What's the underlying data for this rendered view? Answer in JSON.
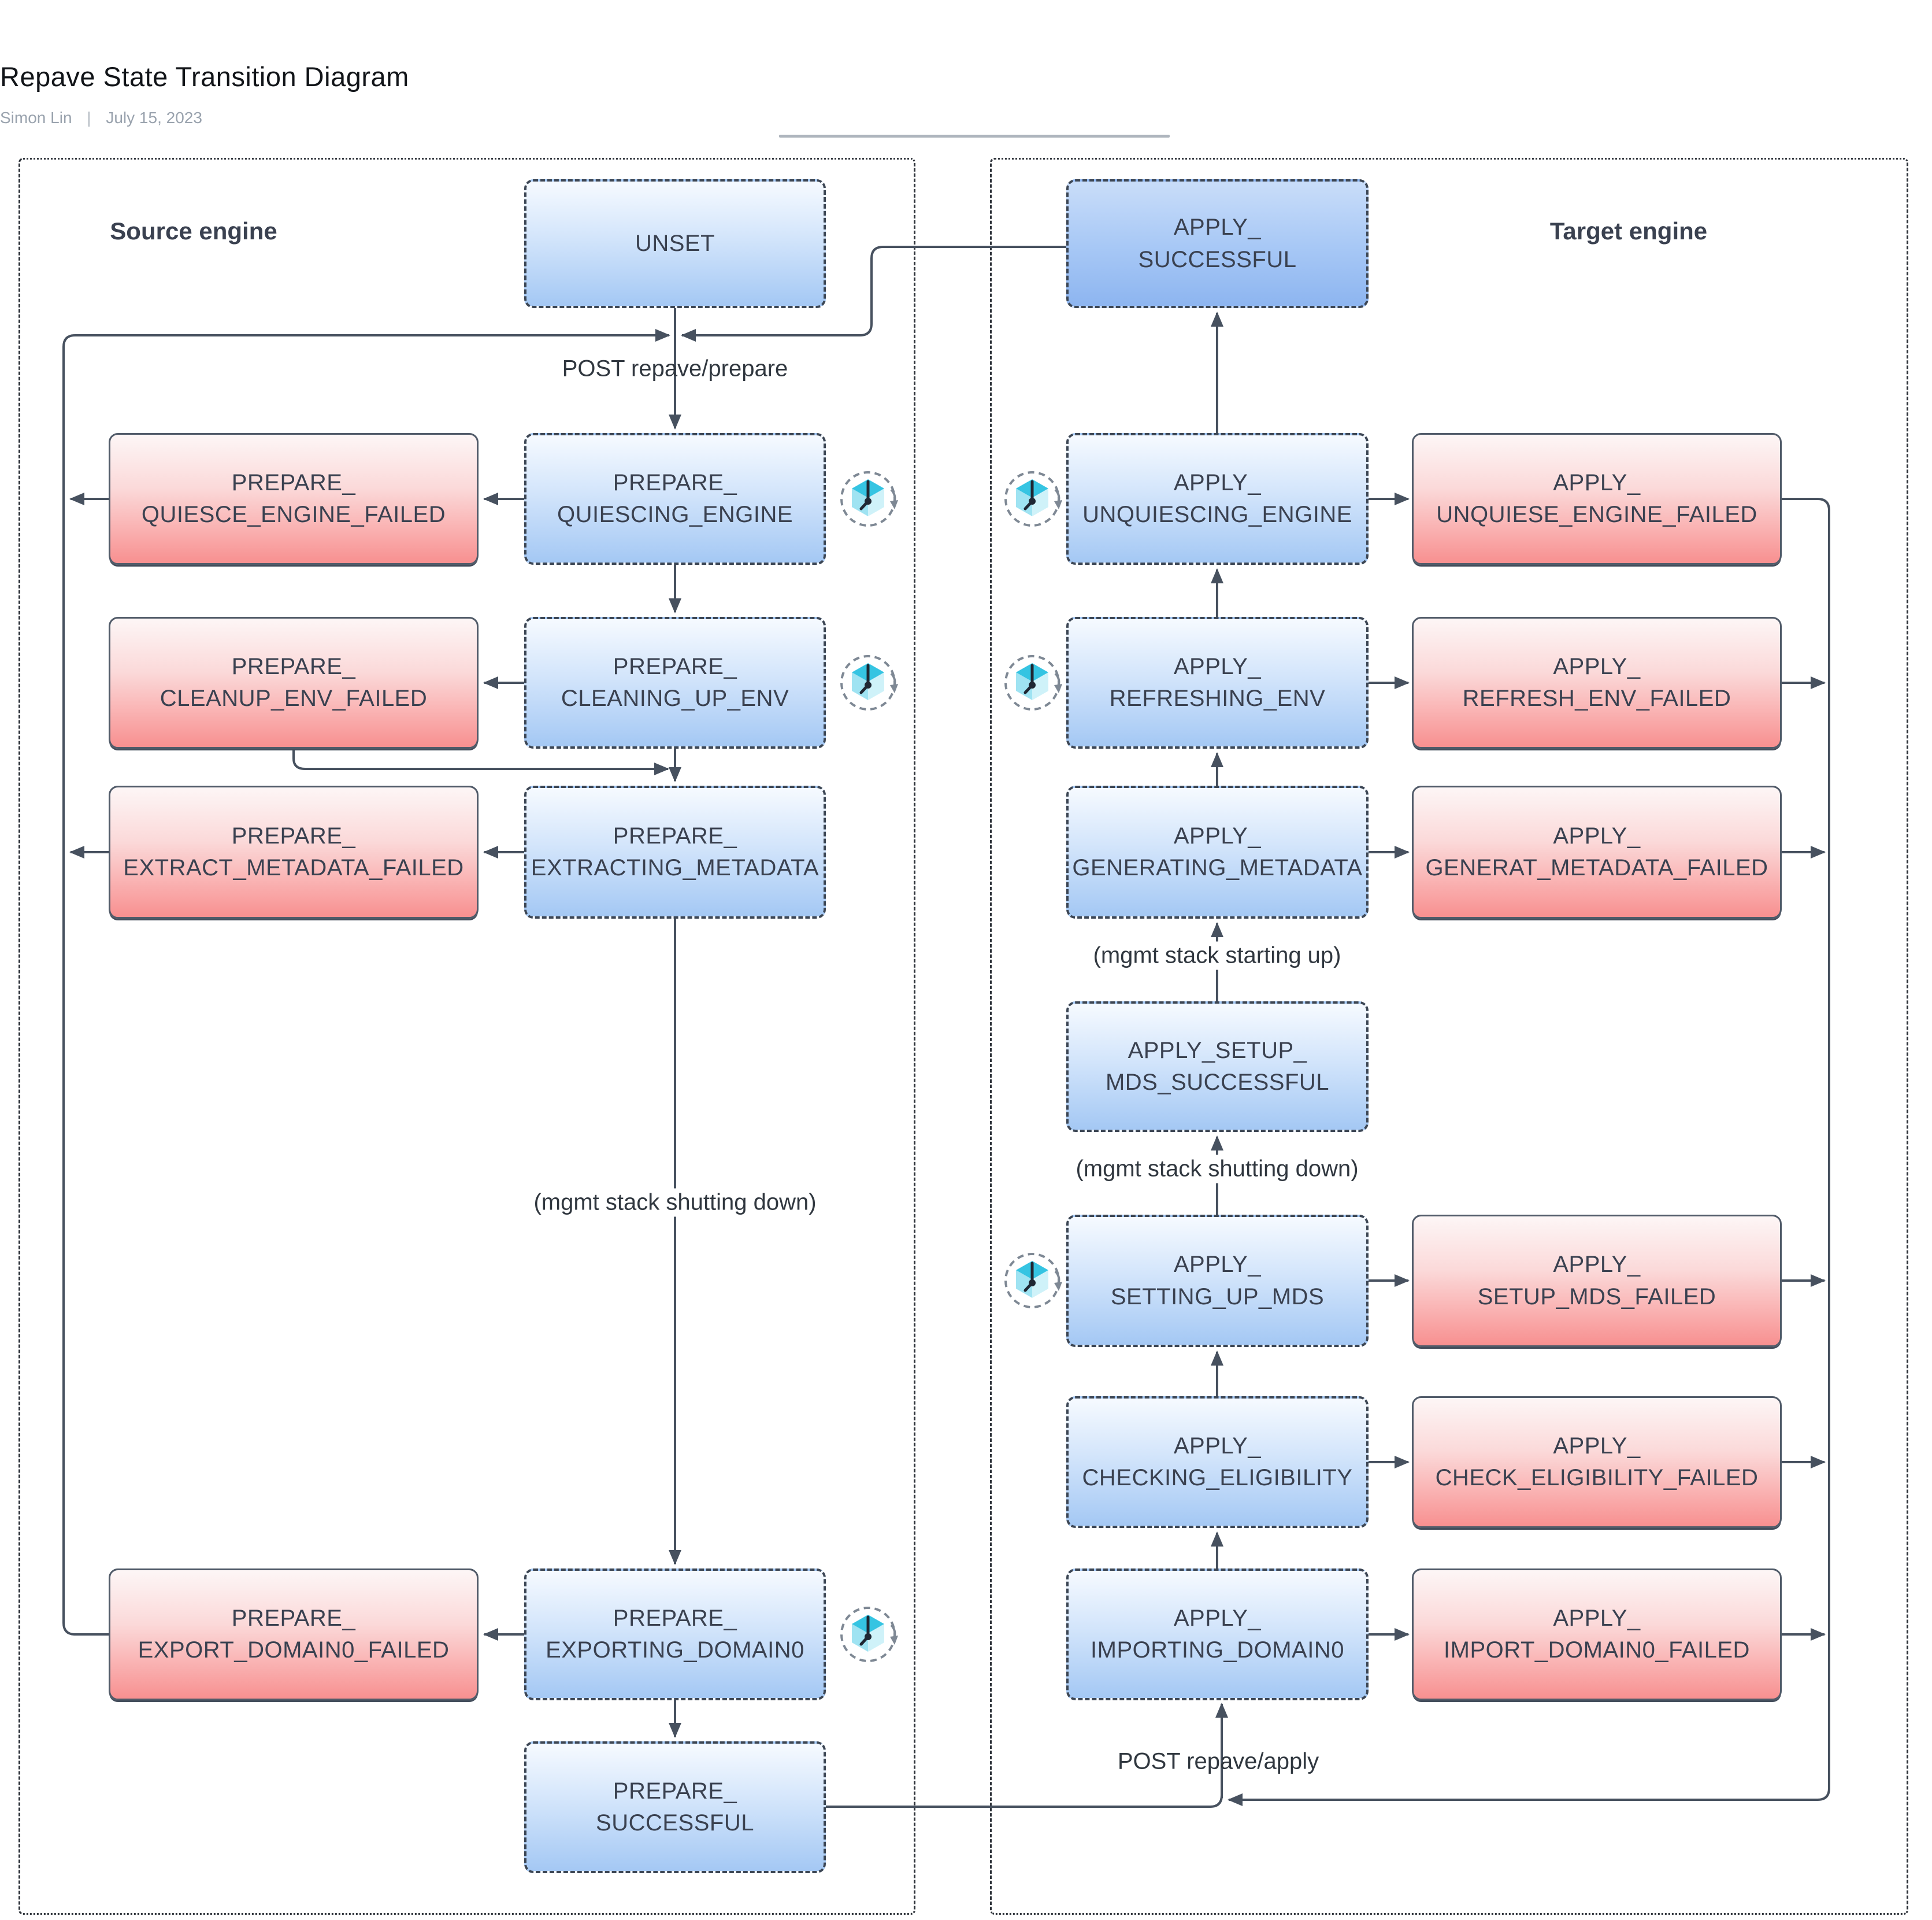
{
  "header": {
    "title": "Repave State Transition Diagram",
    "author": "Simon Lin",
    "separator": "|",
    "date": "July 15, 2023"
  },
  "containers": {
    "source": {
      "label": "Source engine"
    },
    "target": {
      "label": "Target engine"
    }
  },
  "nodes": {
    "unset": {
      "label": "UNSET",
      "kind": "state-in-progress"
    },
    "prepare_quiescing_engine": {
      "label": "PREPARE_\nQUIESCING_ENGINE",
      "kind": "state-in-progress"
    },
    "prepare_quiesce_engine_failed": {
      "label": "PREPARE_\nQUIESCE_ENGINE_FAILED",
      "kind": "state-failed"
    },
    "prepare_cleaning_up_env": {
      "label": "PREPARE_\nCLEANING_UP_ENV",
      "kind": "state-in-progress"
    },
    "prepare_cleanup_env_failed": {
      "label": "PREPARE_\nCLEANUP_ENV_FAILED",
      "kind": "state-failed"
    },
    "prepare_extracting_metadata": {
      "label": "PREPARE_\nEXTRACTING_METADATA",
      "kind": "state-in-progress"
    },
    "prepare_extract_metadata_failed": {
      "label": "PREPARE_\nEXTRACT_METADATA_FAILED",
      "kind": "state-failed"
    },
    "prepare_exporting_domain0": {
      "label": "PREPARE_\nEXPORTING_DOMAIN0",
      "kind": "state-in-progress"
    },
    "prepare_export_domain0_failed": {
      "label": "PREPARE_\nEXPORT_DOMAIN0_FAILED",
      "kind": "state-failed"
    },
    "prepare_successful": {
      "label": "PREPARE_\nSUCCESSFUL",
      "kind": "state-success"
    },
    "apply_successful": {
      "label": "APPLY_\nSUCCESSFUL",
      "kind": "state-success"
    },
    "apply_unquiescing_engine": {
      "label": "APPLY_\nUNQUIESCING_ENGINE",
      "kind": "state-in-progress"
    },
    "apply_unquiese_engine_failed": {
      "label": "APPLY_\nUNQUIESE_ENGINE_FAILED",
      "kind": "state-failed"
    },
    "apply_refreshing_env": {
      "label": "APPLY_\nREFRESHING_ENV",
      "kind": "state-in-progress"
    },
    "apply_refresh_env_failed": {
      "label": "APPLY_\nREFRESH_ENV_FAILED",
      "kind": "state-failed"
    },
    "apply_generating_metadata": {
      "label": "APPLY_\nGENERATING_METADATA",
      "kind": "state-in-progress"
    },
    "apply_generat_metadata_failed": {
      "label": "APPLY_\nGENERAT_METADATA_FAILED",
      "kind": "state-failed"
    },
    "apply_setup_mds_successful": {
      "label": "APPLY_SETUP_\nMDS_SUCCESSFUL",
      "kind": "state-success"
    },
    "apply_setting_up_mds": {
      "label": "APPLY_\nSETTING_UP_MDS",
      "kind": "state-in-progress"
    },
    "apply_setup_mds_failed": {
      "label": "APPLY_\nSETUP_MDS_FAILED",
      "kind": "state-failed"
    },
    "apply_checking_eligibility": {
      "label": "APPLY_\nCHECKING_ELIGIBILITY",
      "kind": "state-in-progress"
    },
    "apply_check_eligibility_failed": {
      "label": "APPLY_\nCHECK_ELIGIBILITY_FAILED",
      "kind": "state-failed"
    },
    "apply_importing_domain0": {
      "label": "APPLY_\nIMPORTING_DOMAIN0",
      "kind": "state-in-progress"
    },
    "apply_import_domain0_failed": {
      "label": "APPLY_\nIMPORT_DOMAIN0_FAILED",
      "kind": "state-failed"
    }
  },
  "edge_labels": {
    "post_repave_prepare": "POST repave/prepare",
    "post_repave_apply": "POST repave/apply",
    "mgmt_shutting_down_source": "(mgmt stack shutting down)",
    "mgmt_starting_up": "(mgmt stack starting up)",
    "mgmt_shutting_down_target": "(mgmt stack shutting down)"
  },
  "icons": {
    "in_progress": "in-progress-clock-cube-icon"
  },
  "colors": {
    "state_blue_top": "#f6faff",
    "state_blue_bottom": "#a4c8f4",
    "state_blue_dark_top": "#c9ddf9",
    "state_blue_dark_bottom": "#8db5f0",
    "state_red_top": "#fdf6f6",
    "state_red_bottom": "#f89090",
    "edge": "#47515f",
    "text": "#3a4150",
    "subtitle_text": "#9aa3ae",
    "icon_cyan": "#35c4e2"
  }
}
